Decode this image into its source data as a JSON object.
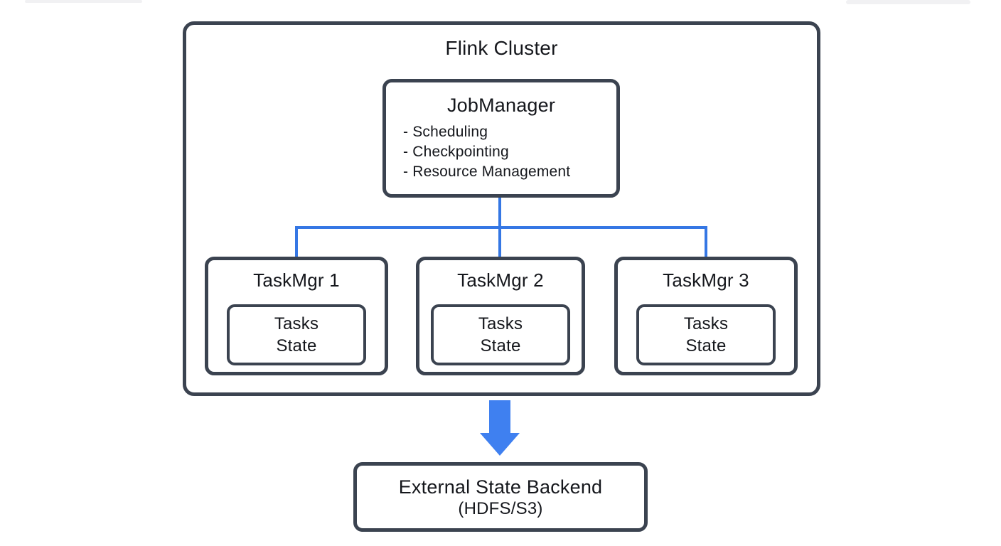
{
  "diagram": {
    "title": "Flink Cluster",
    "job_manager": {
      "title": "JobManager",
      "bullets": [
        "- Scheduling",
        "- Checkpointing",
        "- Resource Management"
      ]
    },
    "task_managers": [
      {
        "title": "TaskMgr 1",
        "inner": [
          "Tasks",
          "State"
        ]
      },
      {
        "title": "TaskMgr 2",
        "inner": [
          "Tasks",
          "State"
        ]
      },
      {
        "title": "TaskMgr 3",
        "inner": [
          "Tasks",
          "State"
        ]
      }
    ],
    "external_backend": {
      "line1": "External State Backend",
      "line2": "(HDFS/S3)"
    },
    "colors": {
      "border": "#3b4350",
      "connector": "#3577e4",
      "arrow": "#3f80f0",
      "text": "#15171c",
      "bg": "#ffffff"
    }
  }
}
